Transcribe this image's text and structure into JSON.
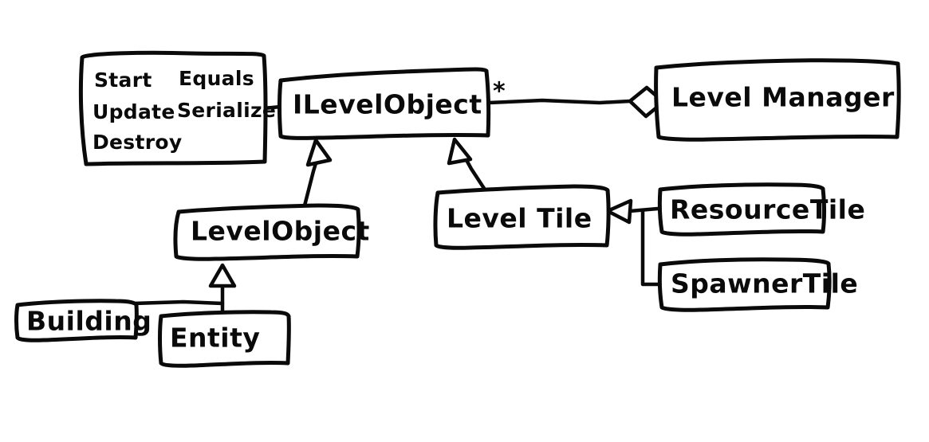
{
  "diagram": {
    "title": "UML Class Diagram",
    "style": "hand-drawn-whiteboard",
    "stroke_color": "#0a0a0a",
    "background_color": "#ffffff",
    "nodes": {
      "methods_box": {
        "name": "methods-list",
        "lines": [
          {
            "left": "Start",
            "right": "Equals"
          },
          {
            "left": "Update",
            "right": "Serialize"
          },
          {
            "left": "Destroy",
            "right": ""
          }
        ]
      },
      "ilevelobject": {
        "label": "ILevelObject"
      },
      "levelmanager": {
        "label": "Level Manager"
      },
      "levelobject": {
        "label": "LevelObject"
      },
      "leveltile": {
        "label": "Level Tile"
      },
      "resourcetile": {
        "label": "ResourceTile"
      },
      "spawnertile": {
        "label": "SpawnerTile"
      },
      "building": {
        "label": "Building"
      },
      "entity": {
        "label": "Entity"
      }
    },
    "annotations": {
      "multiplicity_many": "*"
    },
    "relationships": [
      {
        "from": "ILevelObject",
        "to": "Level Manager",
        "type": "aggregation",
        "multiplicity": "*"
      },
      {
        "from": "LevelObject",
        "to": "ILevelObject",
        "type": "generalization"
      },
      {
        "from": "Level Tile",
        "to": "ILevelObject",
        "type": "generalization"
      },
      {
        "from": "ResourceTile",
        "to": "Level Tile",
        "type": "generalization"
      },
      {
        "from": "SpawnerTile",
        "to": "Level Tile",
        "type": "generalization"
      },
      {
        "from": "Building",
        "to": "LevelObject",
        "type": "generalization"
      },
      {
        "from": "Entity",
        "to": "LevelObject",
        "type": "generalization"
      }
    ]
  }
}
